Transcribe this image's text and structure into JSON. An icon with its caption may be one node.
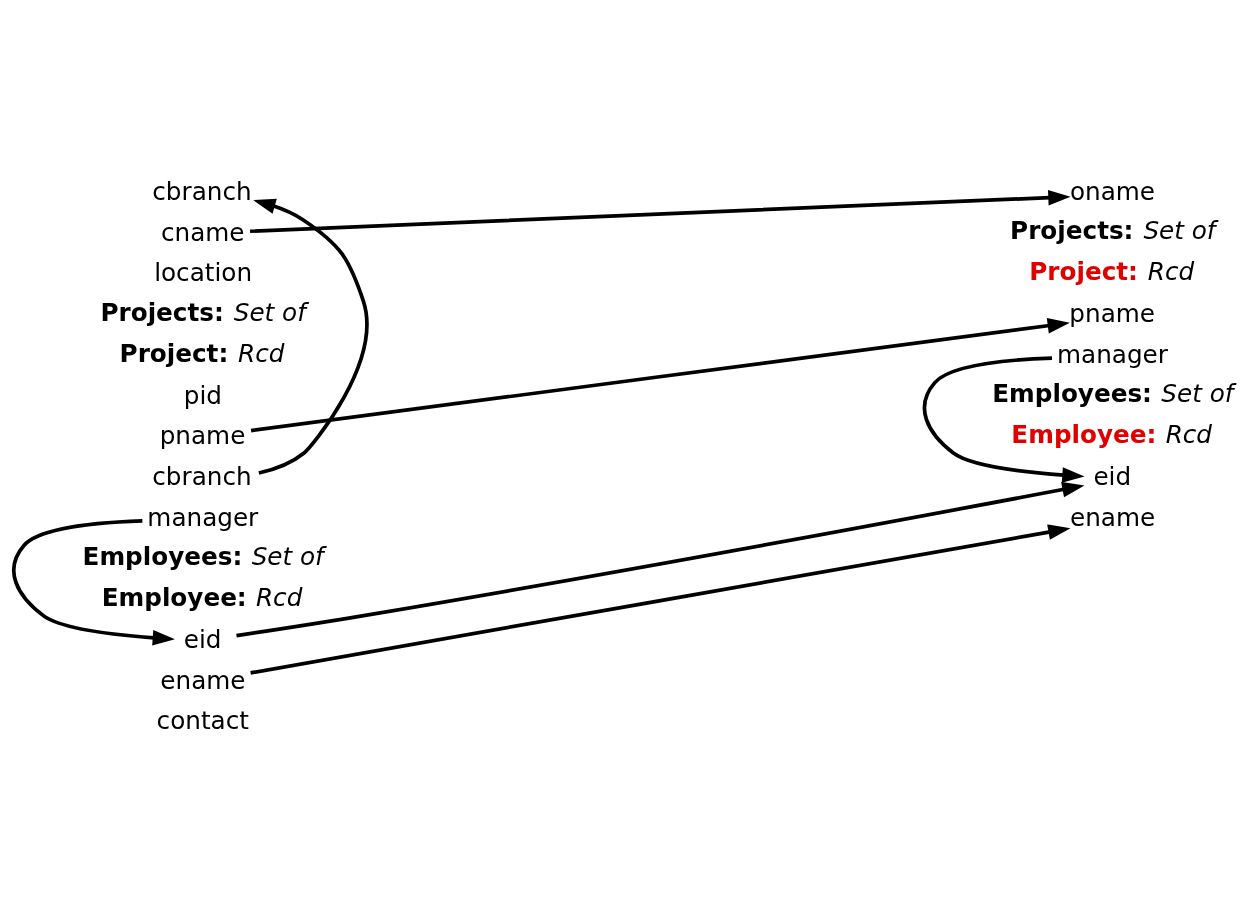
{
  "diagram": {
    "nodes": [
      {
        "text": [
          "cbranch"
        ]
      },
      {
        "text": [
          "cname"
        ]
      },
      {
        "text": [
          "pname"
        ]
      },
      {
        "text": [
          "cbranch"
        ]
      },
      {
        "text": [
          "manager"
        ]
      },
      {
        "text": [
          "eid"
        ]
      },
      {
        "text": [
          "ename"
        ]
      },
      {
        "text": [
          "oname"
        ]
      },
      {
        "text": [
          "pname"
        ]
      },
      {
        "text": [
          "manager"
        ]
      },
      {
        "text": [
          "eid"
        ]
      },
      {
        "text": [
          "ename"
        ]
      }
    ],
    "edges": [
      {
        "from": 3,
        "to": 0,
        "arrow": "to"
      },
      {
        "from": 4,
        "to": 5,
        "arrow": "to"
      },
      {
        "from": 1,
        "to": 7,
        "arrow": "to"
      },
      {
        "from": 2,
        "to": 8,
        "arrow": "to"
      },
      {
        "from": 5,
        "to": 10,
        "arrow": "to"
      },
      {
        "from": 6,
        "to": 11,
        "arrow": "to"
      },
      {
        "from": 9,
        "to": 10,
        "arrow": "to"
      }
    ],
    "labels": [
      "location",
      "**Projects:** *Set of*",
      "**Project:** *Rcd*",
      "pid",
      "**Employees:** *Set of*",
      "**Employee:** *Rcd*",
      "contact",
      "**Projects:** *Set of*",
      "**Project:** *Rcd*",
      "**Employees:** *Set of*",
      "**Employee:** *Rcd*"
    ]
  }
}
